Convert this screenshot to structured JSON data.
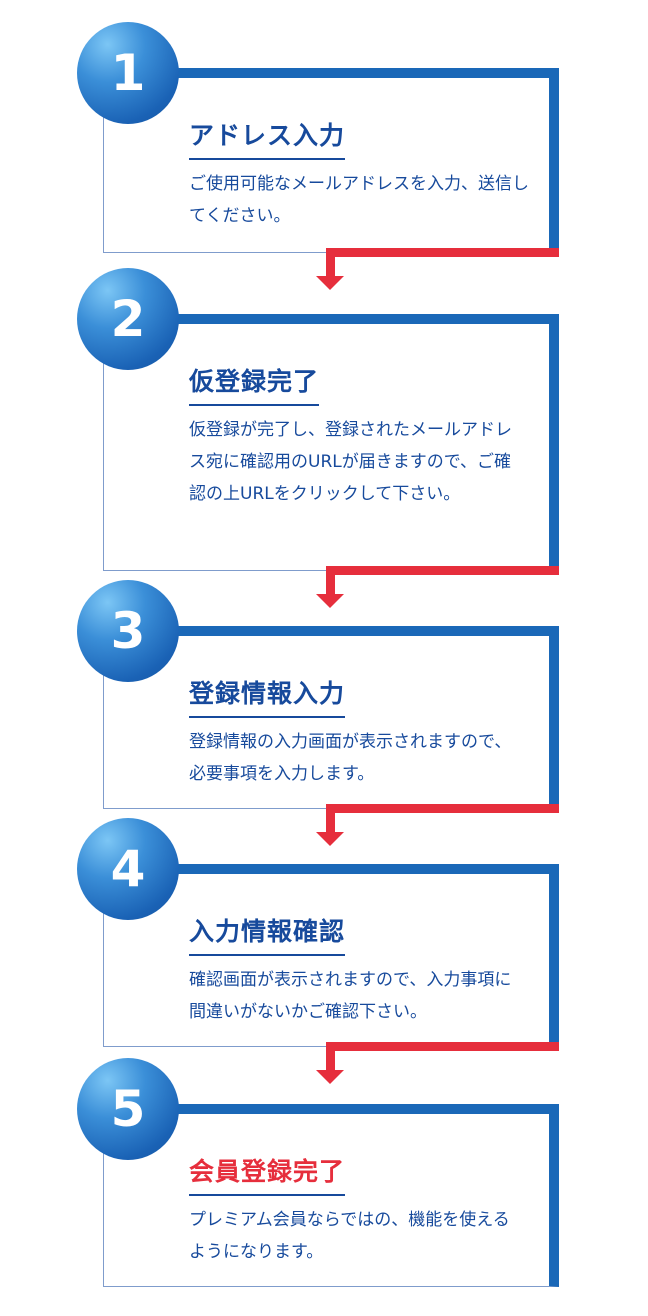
{
  "steps": [
    {
      "number": "1",
      "title": "アドレス入力",
      "description": "ご使用可能なメールアドレスを入力、送信してください。"
    },
    {
      "number": "2",
      "title": "仮登録完了",
      "description": "仮登録が完了し、登録されたメールアドレス宛に確認用のURLが届きますので、ご確認の上URLをクリックして下さい。"
    },
    {
      "number": "3",
      "title": "登録情報入力",
      "description": "登録情報の入力画面が表示されますので、必要事項を入力します。"
    },
    {
      "number": "4",
      "title": "入力情報確認",
      "description": "確認画面が表示されますので、入力事項に間違いがないかご確認下さい。"
    },
    {
      "number": "5",
      "title": "会員登録完了",
      "description": "プレミアム会員ならではの、機能を使えるようになります。"
    }
  ],
  "colors": {
    "blue": "#1a68b8",
    "text": "#174a9c",
    "red": "#e62e3c"
  }
}
